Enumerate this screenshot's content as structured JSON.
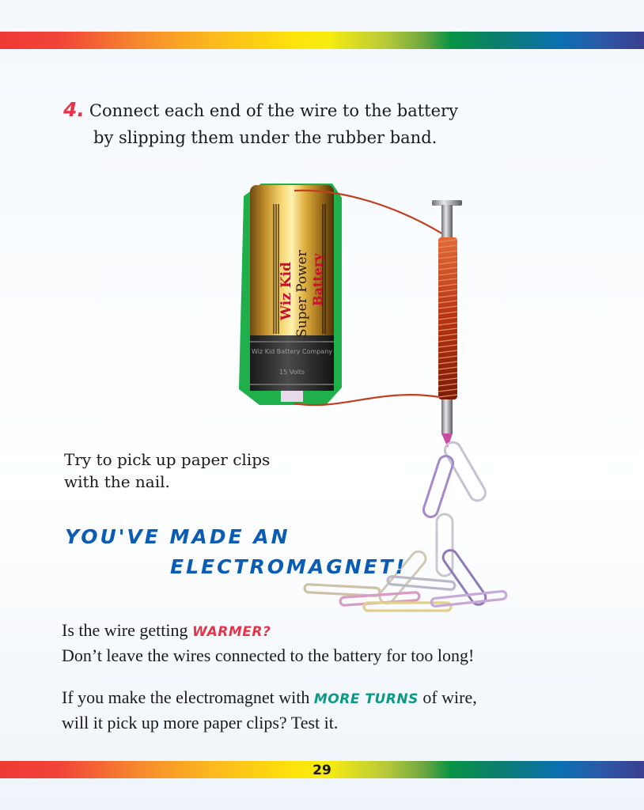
{
  "step": {
    "number": "4.",
    "line1": "Connect each end of the wire to the battery",
    "line2": "by slipping them under the rubber band."
  },
  "battery": {
    "brand": "Wiz Kid",
    "line1": "Super Power",
    "line2": "Battery",
    "company": "Wiz Kid Battery Company",
    "voltage": "15 Volts"
  },
  "instruction": {
    "line1": "Try to pick up paper clips",
    "line2": "with the nail."
  },
  "headline": {
    "line1": "YOU'VE MADE AN",
    "line2": "ELECTROMAGNET!"
  },
  "warning": {
    "prefix": "Is the wire getting ",
    "emphasis": "WARMER?",
    "line2": "Don’t leave the wires connected to the battery for too long!"
  },
  "experiment": {
    "prefix": "If you make the electromagnet with ",
    "emphasis": "MORE TURNS",
    "suffix": " of wire,",
    "line2": "will it pick up more paper clips?  Test it."
  },
  "page_number": "29",
  "colors": {
    "accent_red": "#e8344a",
    "headline_blue": "#0a5cb4",
    "accent_teal": "#0a9a86",
    "battery_green": "#1fb04c",
    "wire_copper": "#c0401e"
  }
}
